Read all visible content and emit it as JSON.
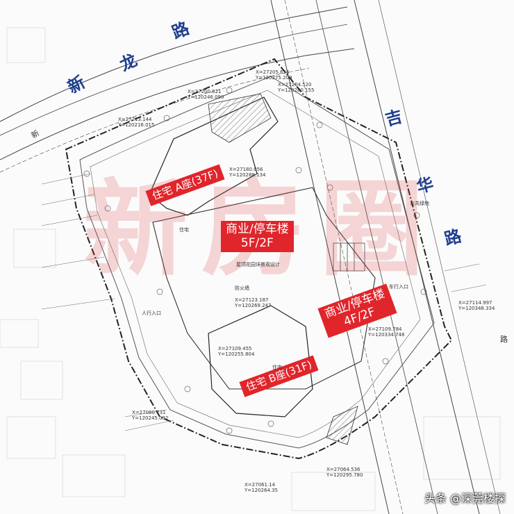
{
  "roads": {
    "xinlong": "新龙路",
    "jihua": "吉华路",
    "xinlong_small": "新",
    "right_edge": "路"
  },
  "buildings": {
    "tower_a": "住宅 A座(37F)",
    "commercial_north": [
      "商业/停车楼",
      "5F/2F"
    ],
    "commercial_east": [
      "商业/停车楼",
      "4F/2F"
    ],
    "tower_b": "住宅 B座(31F)"
  },
  "plan_labels": {
    "garden": "屋顶花园详景观设计",
    "fire": "防火墙",
    "residence_a": "住宅",
    "residence_b": "住宅",
    "public_green": "公共绿地",
    "car_entrance": "车行入口",
    "ped_entrance": "人行入口"
  },
  "coordinates": [
    "X=27205.656",
    "Y=120275.209",
    "X=27204.520",
    "Y=120280.155",
    "X=27200.821",
    "Y=120246.090",
    "X=27213.144",
    "Y=120216.015",
    "X=27180.056",
    "Y=120288.134",
    "X=27123.187",
    "Y=120269.247",
    "X=27109.455",
    "Y=120255.804",
    "X=27109.784",
    "Y=120334.748",
    "X=27080.731",
    "Y=120245.092",
    "X=27064.536",
    "Y=120295.780",
    "X=27061.14",
    "Y=120264.35",
    "X=27114.997",
    "Y=120348.334"
  ],
  "credit": "头条 @深莞楼探",
  "watermark": "新房圈"
}
